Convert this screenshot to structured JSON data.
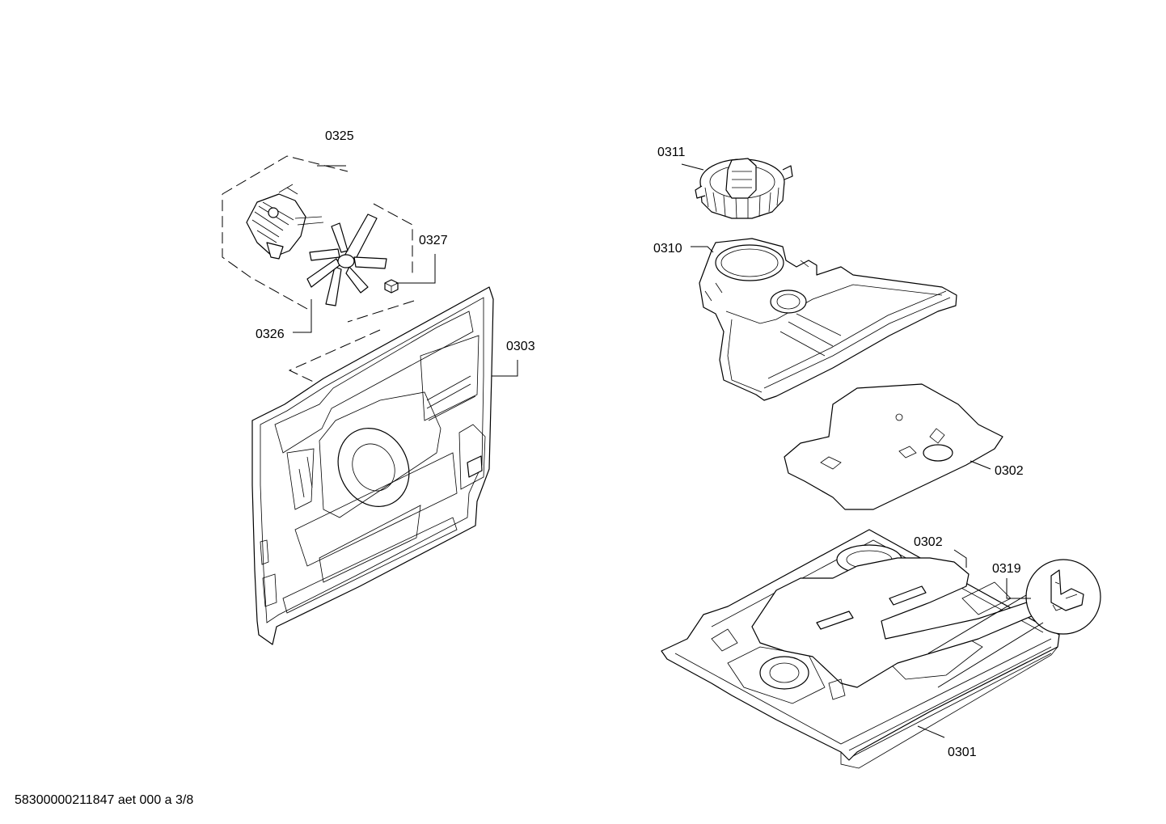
{
  "labels": {
    "p0325": "0325",
    "p0327": "0327",
    "p0326": "0326",
    "p0303": "0303",
    "p0311": "0311",
    "p0310": "0310",
    "p0302a": "0302",
    "p0302b": "0302",
    "p0319": "0319",
    "p0301": "0301"
  },
  "footer": "58300000211847 aet 000 a 3/8"
}
